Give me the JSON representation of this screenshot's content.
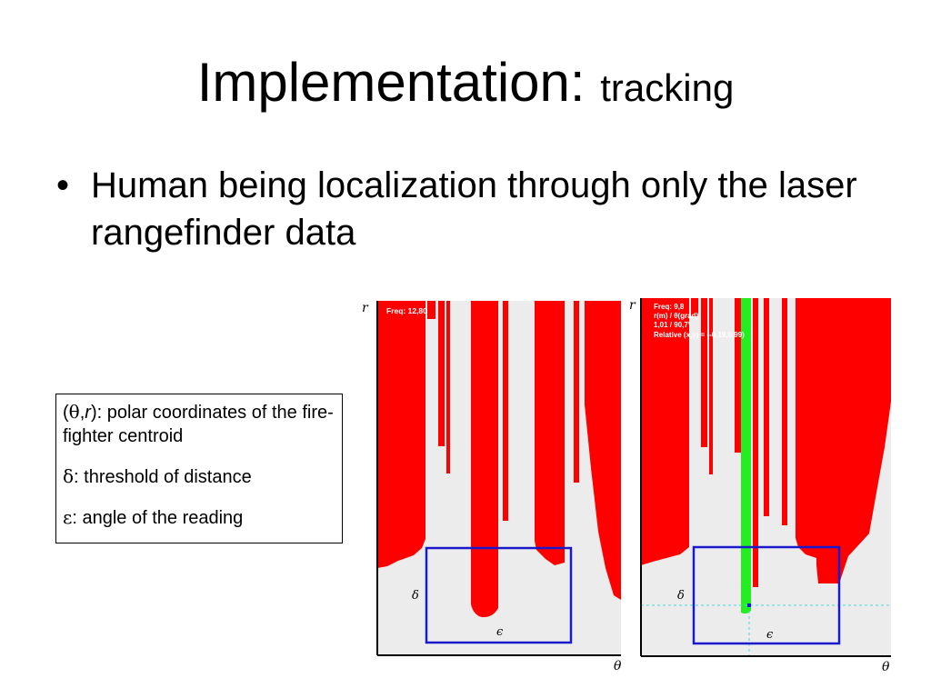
{
  "title": {
    "main": "Implementation:",
    "sub": "tracking"
  },
  "bullet": {
    "marker": "•",
    "text": "Human being localization through only the laser rangefinder data"
  },
  "legend": {
    "item1_symbol": "θ",
    "item1_r": "r",
    "item1_text": ": polar coordinates of the fire-fighter centroid",
    "item2_symbol": "δ",
    "item2_text": ": threshold of distance",
    "item3_symbol": "ε",
    "item3_text": ": angle of the reading"
  },
  "plots": {
    "r_label": "r",
    "theta_label": "θ",
    "delta_label": "δ",
    "epsilon_label": "ϵ",
    "left_freq": "Freq: 12,80",
    "right_line1": "Freq: 9,8",
    "right_line2": "r(m) / θ(grad)",
    "right_line3": "1,01 / 90,7°",
    "right_line4": "Relative (x,y) = (-0,19,0,99)",
    "colors": {
      "obstacle": "#ff0000",
      "tracked": "#22ee22",
      "box": "#1a1acc",
      "background": "#ececec",
      "guide": "#44dddd"
    }
  }
}
